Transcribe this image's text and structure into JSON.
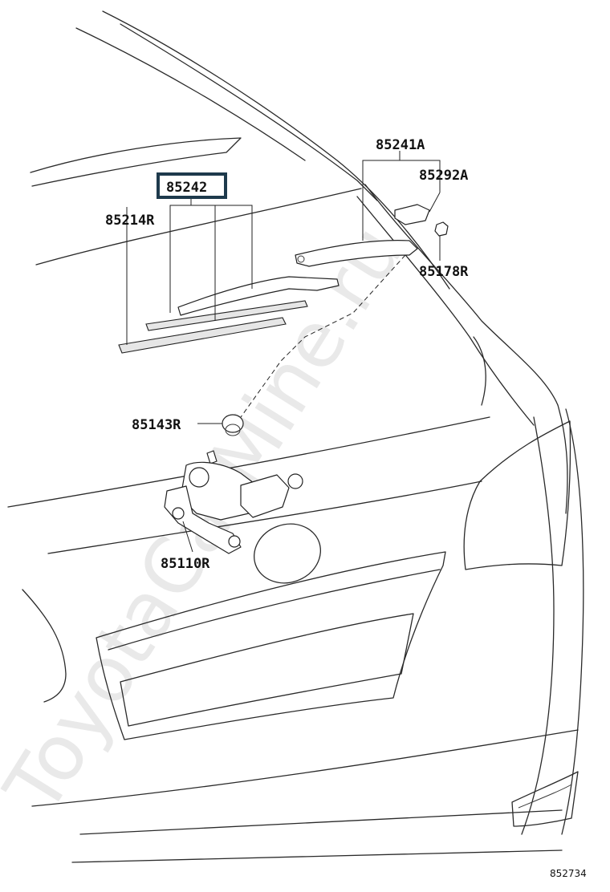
{
  "parts": [
    {
      "id": "p85241A",
      "number": "85241A"
    },
    {
      "id": "p85292A",
      "number": "85292A"
    },
    {
      "id": "p85242",
      "number": "85242",
      "highlighted": true
    },
    {
      "id": "p85214R",
      "number": "85214R"
    },
    {
      "id": "p85178R",
      "number": "85178R"
    },
    {
      "id": "p85143R",
      "number": "85143R"
    },
    {
      "id": "p85110R",
      "number": "85110R"
    }
  ],
  "diagram_ref": "852734",
  "watermark": "ToyotaCarMine.ru",
  "colors": {
    "highlight_border": "#1e3a4c",
    "line": "#222222",
    "watermark": "#cfcfcf"
  }
}
